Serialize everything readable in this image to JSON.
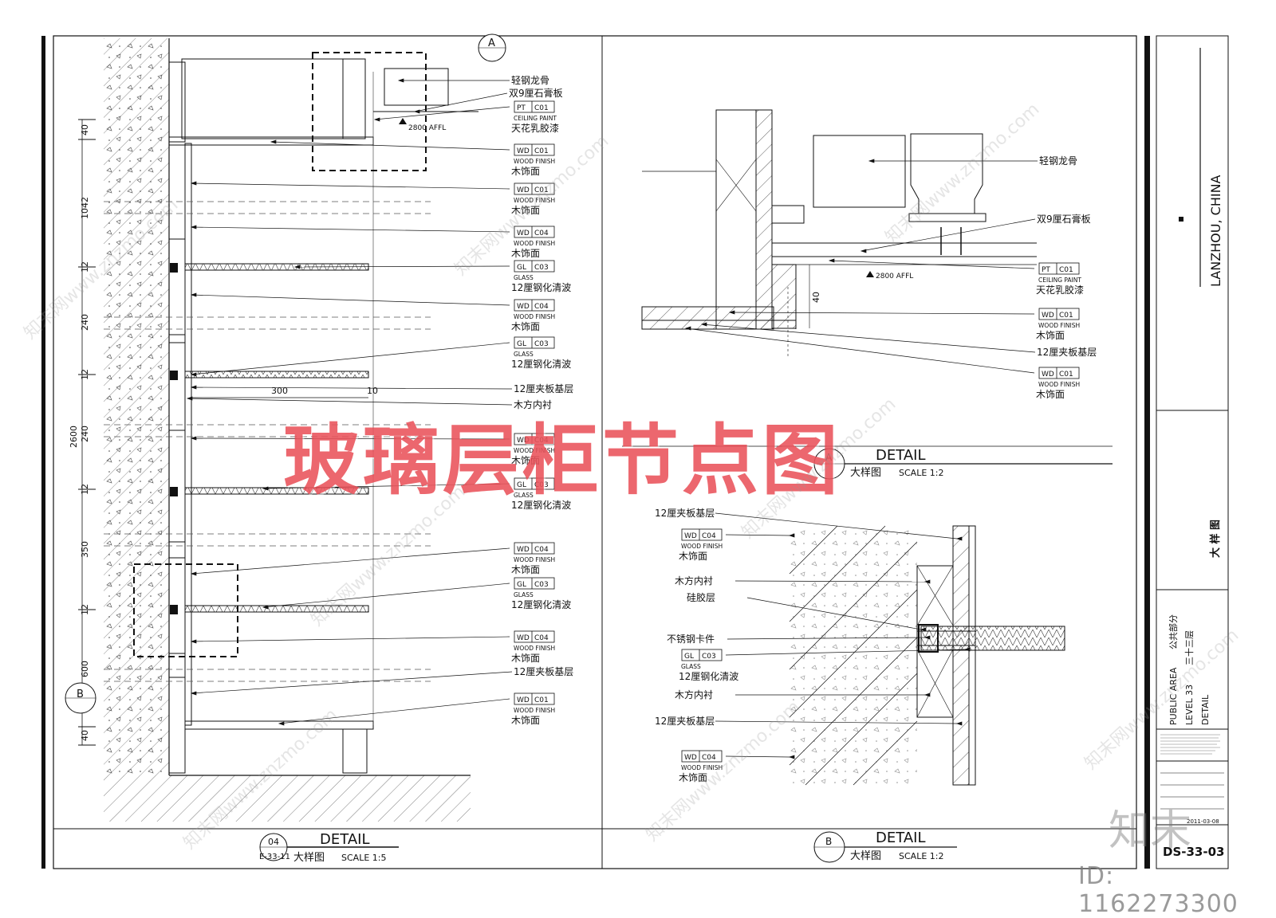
{
  "title_overlay": "玻璃层柜节点图",
  "id_stamp": "ID: 1162273300",
  "logo_stamp": "知末",
  "watermark_text": "知末网www.znzmo.com",
  "colors": {
    "overlay_red": "#e8464e",
    "line": "#111111"
  },
  "left_detail": {
    "dimensions": [
      "40",
      "1042",
      "12",
      "240",
      "12",
      "240",
      "12",
      "350",
      "12",
      "600",
      "40",
      "2600",
      "300",
      "10"
    ],
    "level_mark": "2800 AFFL",
    "callout_a": "A",
    "callout_b": "B",
    "labels": [
      {
        "text": "轻钢龙骨"
      },
      {
        "text": "双9厘石膏板"
      },
      {
        "code1": "PT",
        "code2": "C01",
        "sub": "CEILING PAINT",
        "text": "天花乳胶漆"
      },
      {
        "code1": "WD",
        "code2": "C01",
        "sub": "WOOD FINISH",
        "text": "木饰面"
      },
      {
        "code1": "WD",
        "code2": "C01",
        "sub": "WOOD FINISH",
        "text": "木饰面"
      },
      {
        "code1": "WD",
        "code2": "C04",
        "sub": "WOOD FINISH",
        "text": "木饰面"
      },
      {
        "code1": "GL",
        "code2": "C03",
        "sub": "GLASS",
        "text": "12厘钢化清波"
      },
      {
        "code1": "WD",
        "code2": "C04",
        "sub": "WOOD FINISH",
        "text": "木饰面"
      },
      {
        "code1": "GL",
        "code2": "C03",
        "sub": "GLASS",
        "text": "12厘钢化清波"
      },
      {
        "text": "12厘夹板基层"
      },
      {
        "text": "木方内衬"
      },
      {
        "code1": "WD",
        "code2": "C04",
        "sub": "WOOD FINISH",
        "text": "木饰面"
      },
      {
        "code1": "GL",
        "code2": "C03",
        "sub": "GLASS",
        "text": "12厘钢化清波"
      },
      {
        "code1": "WD",
        "code2": "C04",
        "sub": "WOOD FINISH",
        "text": "木饰面"
      },
      {
        "code1": "GL",
        "code2": "C03",
        "sub": "GLASS",
        "text": "12厘钢化清波"
      },
      {
        "code1": "WD",
        "code2": "C04",
        "sub": "WOOD FINISH",
        "text": "木饰面"
      },
      {
        "text": "12厘夹板基层"
      },
      {
        "code1": "WD",
        "code2": "C01",
        "sub": "WOOD FINISH",
        "text": "木饰面"
      }
    ],
    "footer": {
      "num": "04",
      "ref": "E-33-11",
      "title": "DETAIL",
      "cn": "大样图",
      "scale": "SCALE  1:5"
    }
  },
  "detail_a": {
    "labels": [
      {
        "text": "轻钢龙骨"
      },
      {
        "text": "双9厘石膏板"
      },
      {
        "code1": "PT",
        "code2": "C01",
        "sub": "CEILING PAINT",
        "text": "天花乳胶漆"
      },
      {
        "code1": "WD",
        "code2": "C01",
        "sub": "WOOD FINISH",
        "text": "木饰面"
      },
      {
        "text": "12厘夹板基层"
      },
      {
        "code1": "WD",
        "code2": "C01",
        "sub": "WOOD FINISH",
        "text": "木饰面"
      }
    ],
    "level_mark": "2800 AFFL",
    "dim": "40",
    "footer": {
      "letter": "A",
      "title": "DETAIL",
      "cn": "大样图",
      "scale": "SCALE  1:2"
    }
  },
  "detail_b": {
    "labels": [
      {
        "text": "12厘夹板基层"
      },
      {
        "code1": "WD",
        "code2": "C04",
        "sub": "WOOD FINISH",
        "text": "木饰面"
      },
      {
        "text": "木方内衬"
      },
      {
        "text": "硅胶层"
      },
      {
        "text": "不锈钢卡件"
      },
      {
        "code1": "GL",
        "code2": "C03",
        "sub": "GLASS",
        "text": "12厘钢化清波"
      },
      {
        "text": "木方内衬"
      },
      {
        "text": "12厘夹板基层"
      },
      {
        "code1": "WD",
        "code2": "C04",
        "sub": "WOOD FINISH",
        "text": "木饰面"
      }
    ],
    "footer": {
      "letter": "B",
      "title": "DETAIL",
      "cn": "大样图",
      "scale": "SCALE  1:2"
    }
  },
  "title_block": {
    "location": "LANZHOU, CHINA",
    "drawing_name": "大 样 图",
    "area_en": "PUBLIC  AREA",
    "area_cn": "公共部分",
    "level_en": "LEVEL  33",
    "level_cn": "三十三层",
    "type": "DETAIL",
    "date": "2011-03-08",
    "sheet": "DS-33-03"
  }
}
